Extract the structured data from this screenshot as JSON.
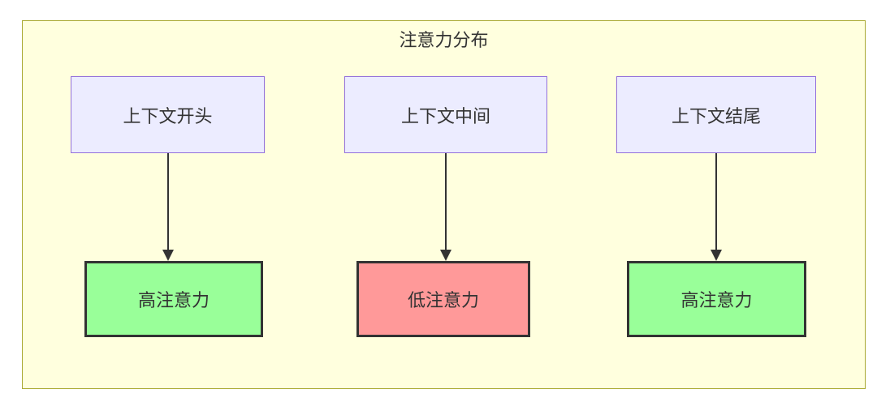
{
  "diagram": {
    "type": "flowchart",
    "title": "注意力分布",
    "top_nodes": [
      {
        "id": "A",
        "label": "上下文开头"
      },
      {
        "id": "B",
        "label": "上下文中间"
      },
      {
        "id": "C",
        "label": "上下文结尾"
      }
    ],
    "bottom_nodes": [
      {
        "id": "D",
        "label": "高注意力",
        "level": "high"
      },
      {
        "id": "E",
        "label": "低注意力",
        "level": "low"
      },
      {
        "id": "F",
        "label": "高注意力",
        "level": "high"
      }
    ],
    "edges": [
      {
        "from": "上下文开头",
        "to": "高注意力"
      },
      {
        "from": "上下文中间",
        "to": "低注意力"
      },
      {
        "from": "上下文结尾",
        "to": "高注意力"
      }
    ],
    "colors": {
      "container_bg": "#ffffde",
      "container_border": "#aaaa33",
      "context_node_bg": "#ececff",
      "context_node_border": "#9370db",
      "high_attention_bg": "#99ff99",
      "low_attention_bg": "#ff9999",
      "attention_node_border": "#333333",
      "arrow": "#333333",
      "text": "#333333"
    }
  }
}
